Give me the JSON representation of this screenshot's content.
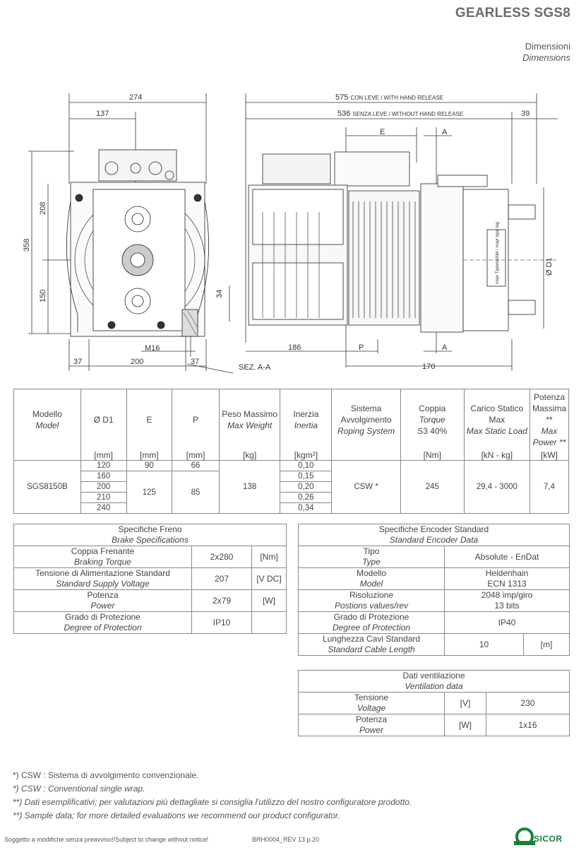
{
  "header": {
    "title": "GEARLESS SGS8",
    "subtitle_it": "Dimensioni",
    "subtitle_en": "Dimensions"
  },
  "drawing": {
    "dim_274": "274",
    "dim_137": "137",
    "dim_208": "208",
    "dim_358": "358",
    "dim_150": "150",
    "dim_34": "34",
    "dim_m16": "M16",
    "dim_37a": "37",
    "dim_200": "200",
    "dim_37b": "37",
    "sez": "SEZ. A-A",
    "dim_575": "575",
    "dim_575_label": "CON LEVE / WITH HAND RELEASE",
    "dim_536": "536",
    "dim_536_label": "SENZA LEVE / WITHOUT HAND RELEASE",
    "dim_39": "39",
    "label_e": "E",
    "label_a_top": "A",
    "label_a_bottom": "A",
    "label_p": "P",
    "dim_186": "186",
    "dim_170": "170",
    "label_d1": "Ø D1",
    "tag_text": "mayr Typenschild / mayr type tag"
  },
  "spec_table": {
    "headers": [
      {
        "it": "Modello",
        "en": "Model",
        "unit": ""
      },
      {
        "it": "Ø D1",
        "en": "",
        "unit": "[mm]"
      },
      {
        "it": "E",
        "en": "",
        "unit": "[mm]"
      },
      {
        "it": "P",
        "en": "",
        "unit": "[mm]"
      },
      {
        "it": "Peso Massimo",
        "en": "Max Weight",
        "unit": "[kg]"
      },
      {
        "it": "Inerzia",
        "en": "Inertia",
        "unit": "[kgm²]"
      },
      {
        "it": "Sistema Avvolgimento",
        "en": "Roping System",
        "unit": ""
      },
      {
        "it": "Coppia",
        "en": "Torque",
        "en2": "S3 40%",
        "unit": "[Nm]"
      },
      {
        "it": "Carico Statico Max",
        "en": "Max Static Load",
        "unit": "[kN - kg]"
      },
      {
        "it": "Potenza Massima **",
        "en": "Max Power **",
        "unit": "[kW]"
      }
    ],
    "model": "SGS8150B",
    "d1": [
      "120",
      "160",
      "200",
      "210",
      "240"
    ],
    "e": [
      "90",
      "125"
    ],
    "p": [
      "66",
      "85"
    ],
    "weight": "138",
    "inertia": [
      "0,10",
      "0,15",
      "0,20",
      "0,26",
      "0,34"
    ],
    "roping": "CSW *",
    "torque": "245",
    "static_load": "29,4 - 3000",
    "power": "7,4"
  },
  "brake": {
    "title_it": "Specifiche Freno",
    "title_en": "Brake Specifications",
    "rows": [
      {
        "it": "Coppia Frenante",
        "en": "Braking Torque",
        "value": "2x280",
        "unit": "[Nm]"
      },
      {
        "it": "Tensione di Alimentazione Standard",
        "en": "Standard Supply Voltage",
        "value": "207",
        "unit": "[V DC]"
      },
      {
        "it": "Potenza",
        "en": "Power",
        "value": "2x79",
        "unit": "[W]"
      },
      {
        "it": "Grado di Protezione",
        "en": "Degree of Protection",
        "value": "IP10",
        "unit": ""
      }
    ]
  },
  "encoder": {
    "title_it": "Specifiche Encoder Standard",
    "title_en": "Standard Encoder Data",
    "rows": [
      {
        "it": "Tipo",
        "en": "Type",
        "value": "Absolute - EnDat",
        "value2": "",
        "unit": ""
      },
      {
        "it": "Modello",
        "en": "Model",
        "value": "Heidenhain",
        "value2": "ECN 1313",
        "unit": ""
      },
      {
        "it": "Risoluzione",
        "en": "Postions values/rev",
        "value": "2048 imp/giro",
        "value2": "13 bits",
        "unit": ""
      },
      {
        "it": "Grado di Protezione",
        "en": "Degree of Protection",
        "value": "IP40",
        "value2": "",
        "unit": ""
      },
      {
        "it": "Lunghezza Cavi Standard",
        "en": "Standard Cable Length",
        "value": "10",
        "value2": "",
        "unit": "[m]"
      }
    ]
  },
  "ventilation": {
    "title_it": "Dati ventilazione",
    "title_en": "Ventilation data",
    "rows": [
      {
        "it": "Tensione",
        "en": "Voltage",
        "unit": "[V]",
        "value": "230"
      },
      {
        "it": "Potenza",
        "en": "Power",
        "unit": "[W]",
        "value": "1x16"
      }
    ]
  },
  "notes": [
    "*) CSW : Sistema di avvolgimento convenzionale.",
    "*) CSW : Conventional single wrap.",
    "**) Dati esemplificativi; per valutazioni più dettagliate si consiglia l'utilizzo del nostro configuratore prodotto.",
    "**) Sample data; for more detailed evaluations we recommend our product configurator."
  ],
  "footer": {
    "left": "Soggetto a modifiche senza preavviso!/Subject to change without notice!",
    "center": "BRH0004_REV 13 p.20",
    "logo": "SICOR"
  },
  "colors": {
    "brand": "#1a7f3a",
    "title": "#6b6b6b",
    "line": "#888888"
  }
}
